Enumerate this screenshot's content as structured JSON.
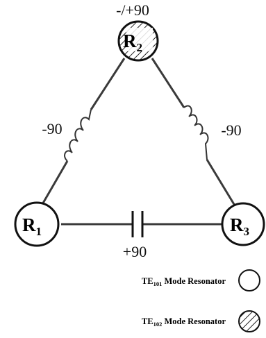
{
  "phases": {
    "top": "-/+90",
    "left": "-90",
    "right": "-90",
    "bottom": "+90"
  },
  "resonators": {
    "r1": {
      "letter": "R",
      "subscript": "1"
    },
    "r2": {
      "letter": "R",
      "subscript": "2"
    },
    "r3": {
      "letter": "R",
      "subscript": "3"
    }
  },
  "legend": {
    "te101": {
      "prefix": "TE",
      "subscript": "101",
      "suffix": " Mode Resonator"
    },
    "te102": {
      "prefix": "TE",
      "subscript": "102",
      "suffix": " Mode Resonator"
    }
  },
  "colors": {
    "wire": "#3a3a3a",
    "outline": "#111111",
    "hatch": "#222222",
    "background": "#ffffff"
  }
}
